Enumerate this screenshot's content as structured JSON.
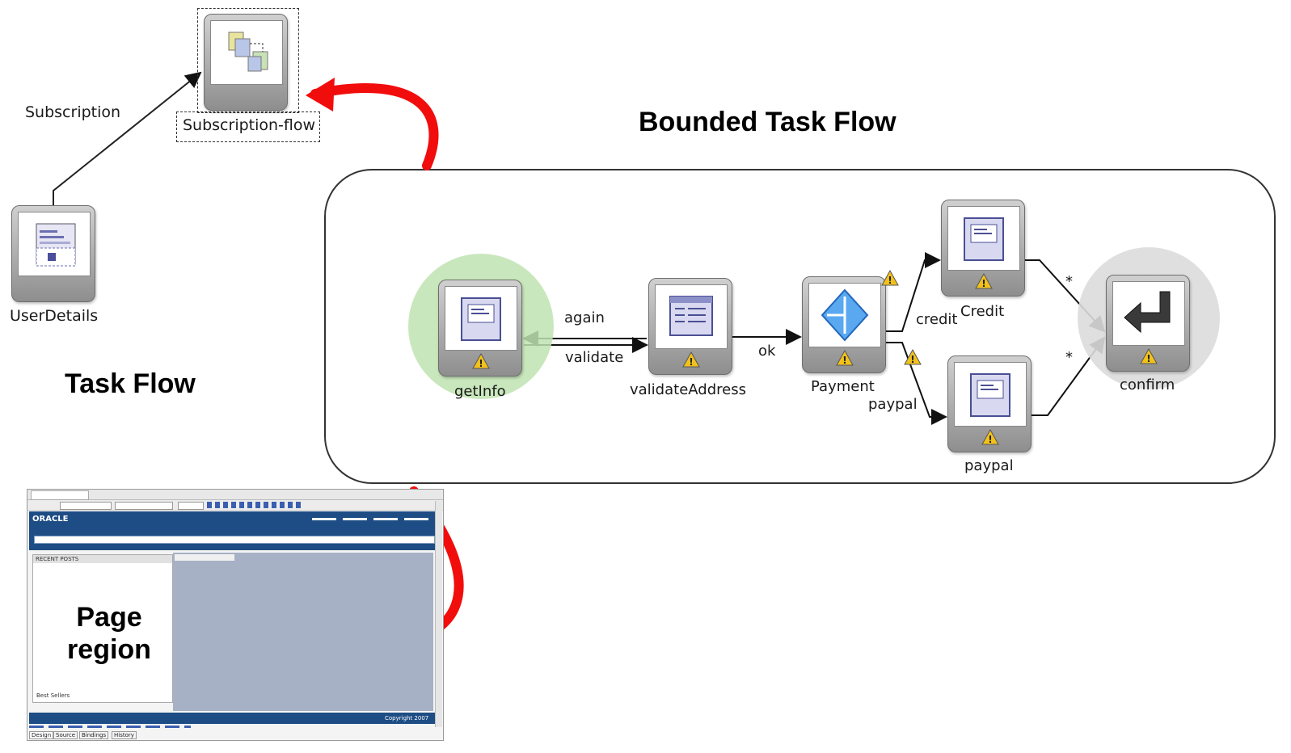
{
  "titles": {
    "bounded": "Bounded Task Flow",
    "task": "Task Flow",
    "page_region_line1": "Page",
    "page_region_line2": "region"
  },
  "task_flow": {
    "subscription_node": "Subscription-flow",
    "subscription_edge": "Subscription",
    "user_details": "UserDetails"
  },
  "bounded_flow": {
    "nodes": {
      "getinfo": "getInfo",
      "validate_address": "validateAddress",
      "payment": "Payment",
      "credit": "Credit",
      "paypal": "paypal",
      "confirm": "confirm"
    },
    "edges": {
      "again": "again",
      "validate": "validate",
      "ok": "ok",
      "credit": "credit",
      "paypal": "paypal",
      "star1": "*",
      "star2": "*"
    }
  },
  "screenshot": {
    "oracle": "ORACLE",
    "recent_posts": "RECENT POSTS",
    "best_sellers": "Best Sellers",
    "copyright": "Copyright 2007",
    "tabs": [
      "Design",
      "Source",
      "Bindings",
      "History"
    ]
  },
  "colors": {
    "arrow_red": "#f20d0d",
    "oracle_blue": "#1d4d84",
    "region_gray": "#a7b1c6",
    "start_green": "#bfe3b0",
    "warning_yellow": "#f2c21b"
  }
}
